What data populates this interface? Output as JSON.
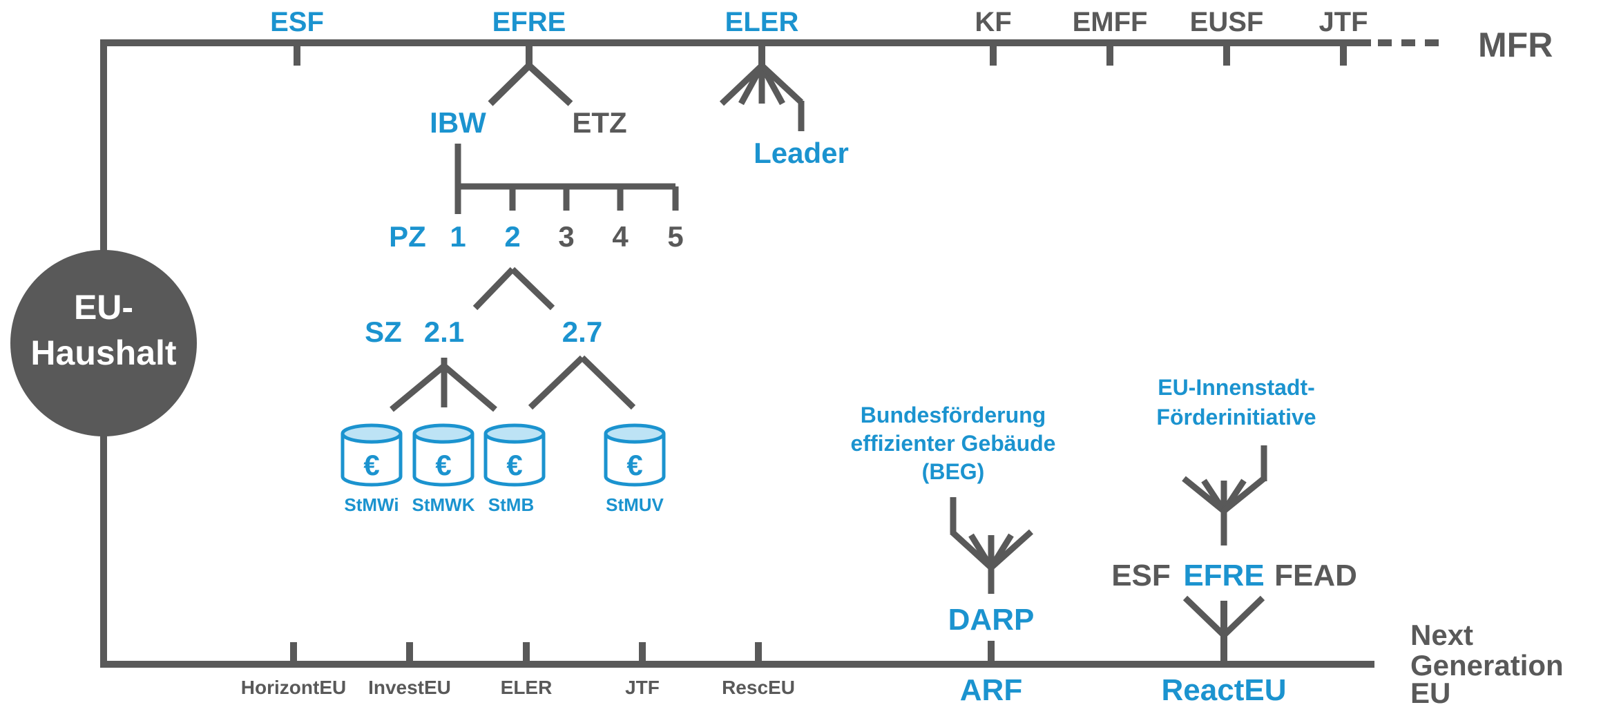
{
  "colors": {
    "accent": "#1b93cf",
    "line": "#595959",
    "background": "#ffffff"
  },
  "root": {
    "line1": "EU-",
    "line2": "Haushalt"
  },
  "mfr": {
    "label": "MFR",
    "funds": [
      "ESF",
      "EFRE",
      "ELER",
      "KF",
      "EMFF",
      "EUSF",
      "JTF"
    ]
  },
  "efre_branch": {
    "ibw": "IBW",
    "etz": "ETZ"
  },
  "eler_branch": {
    "leader": "Leader"
  },
  "priorities": {
    "prefix": "PZ",
    "items": [
      "1",
      "2",
      "3",
      "4",
      "5"
    ]
  },
  "specific_goals": {
    "prefix": "SZ",
    "items": [
      "2.1",
      "2.7"
    ]
  },
  "ministries": {
    "symbol": "€",
    "items": [
      "StMWi",
      "StMWK",
      "StMB",
      "StMUV"
    ]
  },
  "ngeu": {
    "label_line1": "Next",
    "label_line2": "Generation",
    "label_line3": "EU",
    "instruments": [
      "HorizontEU",
      "InvestEU",
      "ELER",
      "JTF",
      "RescEU",
      "ARF",
      "ReactEU"
    ]
  },
  "arf_branch": {
    "darp": "DARP",
    "beg_line1": "Bundesförderung",
    "beg_line2": "effizienter Gebäude",
    "beg_line3": "(BEG)"
  },
  "react_branch": {
    "funds": [
      "ESF",
      "EFRE",
      "FEAD"
    ],
    "initiative_line1": "EU-Innenstadt-",
    "initiative_line2": "Förderinitiative"
  }
}
